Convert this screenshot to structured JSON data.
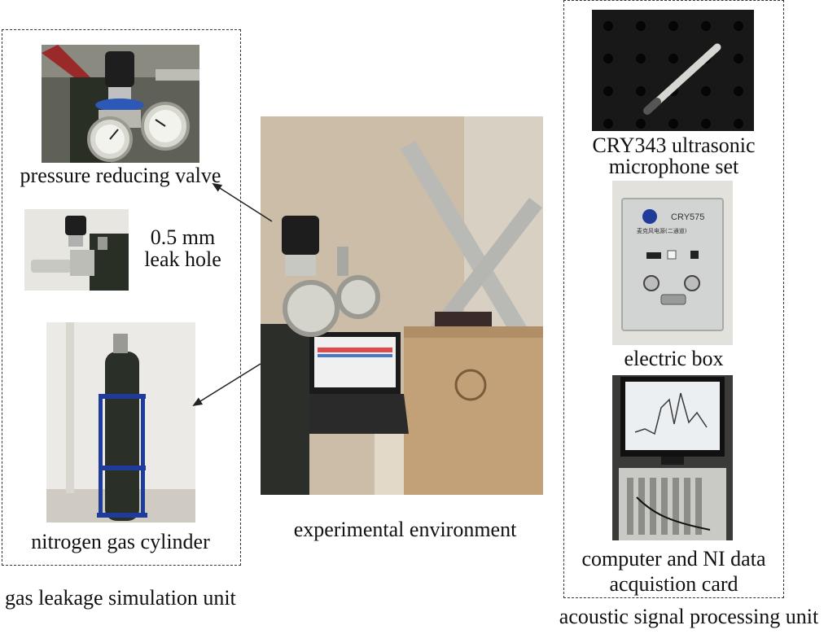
{
  "left_unit": {
    "title": "gas leakage simulation unit",
    "items": [
      {
        "label": "pressure reducing valve"
      },
      {
        "label_line1": "0.5 mm",
        "label_line2": "leak hole"
      },
      {
        "label": "nitrogen gas cylinder"
      }
    ]
  },
  "center": {
    "caption": "experimental environment"
  },
  "right_unit": {
    "title": "acoustic signal processing unit",
    "items": [
      {
        "label_line1": "CRY343 ultrasonic",
        "label_line2": "microphone set"
      },
      {
        "label": "electric box"
      },
      {
        "label_line1": "computer and NI data",
        "label_line2": "acquistion card"
      }
    ]
  },
  "device_text": {
    "electric_box_model": "CRY575",
    "electric_box_title": "麦克风电源(二通道)"
  },
  "colors": {
    "dashed_border": "#333333",
    "arrow": "#222222",
    "wall": "#c9bba5",
    "cardboard": "#c2a178",
    "cylinder": "#2a3028",
    "frame_blue": "#1f3c9a",
    "panel_silver": "#d6d8d6"
  }
}
